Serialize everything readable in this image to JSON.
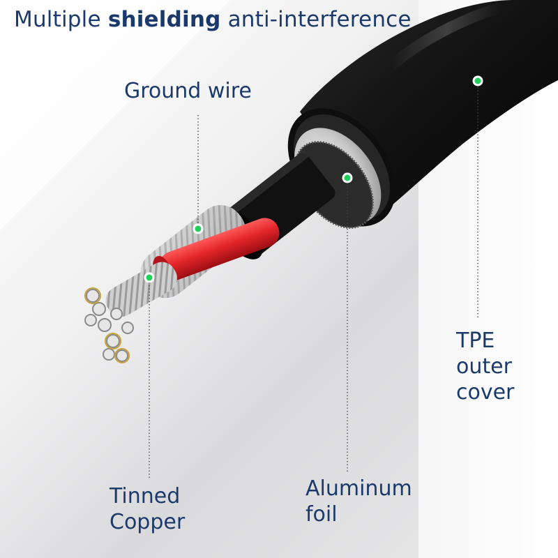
{
  "title": {
    "before": "Multiple",
    "bold": "shielding",
    "after": "anti-interference"
  },
  "labels": {
    "ground_wire": "Ground wire",
    "tinned_copper": [
      "Tinned",
      "Copper"
    ],
    "aluminum_foil": [
      "Aluminum",
      "foil"
    ],
    "tpe_outer_cover": [
      "TPE",
      "outer",
      "cover"
    ]
  },
  "colors": {
    "text": "#1b3a6b",
    "marker": "#1fd15a",
    "cable": "#141414",
    "red_insulation": "#e3262a",
    "foil": "#c8c8c8"
  }
}
